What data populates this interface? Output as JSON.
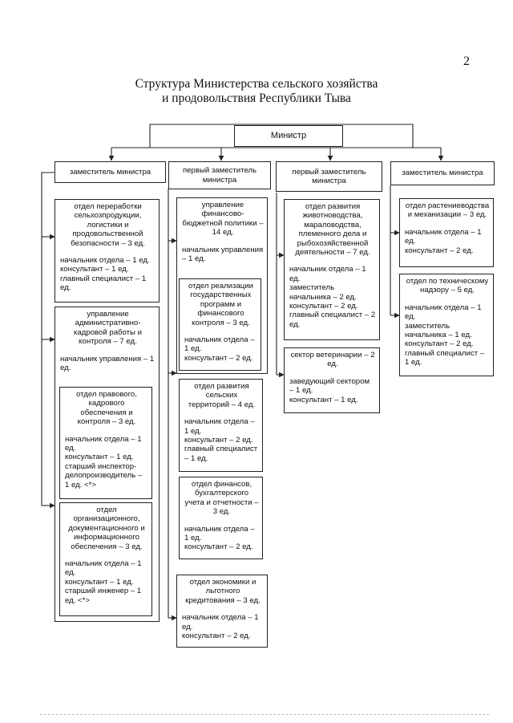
{
  "page_number": "2",
  "title": {
    "line1": "Структура Министерства сельского хозяйства",
    "line2": "и продовольствия Республики Тыва"
  },
  "minister": "Министр",
  "columns": [
    {
      "head": "заместитель министра",
      "departments": [
        {
          "name": "отдел переработки сельхозпродукции, логистики и продовольственной безопасности – 3 ед.",
          "staff": [
            "начальник отдела – 1 ед.",
            "консультант – 1 ед.",
            "главный специалист – 1 ед."
          ]
        },
        {
          "name": "управление административно-кадровой работы и контроля – 7 ед.",
          "staff": [
            "начальник управления – 1 ед."
          ]
        },
        {
          "name": "отдел правового, кадрового обеспечения и контроля – 3 ед.",
          "staff": [
            "начальник отдела – 1 ед.",
            "консультант – 1 ед.",
            "старший инспектор-делопроизводитель – 1 ед. <*>"
          ]
        },
        {
          "name": "отдел организационного, документационного и информационного обеспечения – 3 ед.",
          "staff": [
            "начальник отдела – 1 ед.",
            "консультант – 1 ед.",
            "старший инженер – 1 ед. <*>"
          ]
        }
      ]
    },
    {
      "head": "первый заместитель министра",
      "departments": [
        {
          "name": "управление финансово-бюджетной политики – 14 ед.",
          "staff": [
            "начальник управления – 1 ед."
          ]
        },
        {
          "name": "отдел реализации государственных программ и финансового контроля – 3 ед.",
          "staff": [
            "начальник отдела – 1 ед.",
            "консультант – 2 ед."
          ]
        },
        {
          "name": "отдел развития сельских территорий – 4 ед.",
          "staff": [
            "начальник отдела – 1 ед.",
            "консультант – 2 ед.",
            "главный специалист – 1 ед."
          ]
        },
        {
          "name": "отдел финансов, бухгалтерского учета и отчетности – 3 ед.",
          "staff": [
            "начальник отдела – 1 ед.",
            "консультант – 2 ед."
          ]
        },
        {
          "name": "отдел экономики и льготного кредитования – 3 ед.",
          "staff": [
            "начальник отдела – 1 ед.",
            "консультант – 2 ед."
          ]
        }
      ]
    },
    {
      "head": "первый заместитель министра",
      "departments": [
        {
          "name": "отдел развития животноводства, мараловодства, племенного дела и рыбохозяйственной деятельности – 7 ед.",
          "staff": [
            "начальник отдела – 1 ед.",
            "заместитель начальника – 2 ед.",
            "консультант – 2 ед.",
            "главный специалист – 2 ед."
          ]
        },
        {
          "name": "сектор ветеринарии – 2 ед.",
          "staff": [
            "заведующий сектором – 1 ед.",
            "консультант – 1 ед."
          ]
        }
      ]
    },
    {
      "head": "заместитель министра",
      "departments": [
        {
          "name": "отдел растениеводства и механизации – 3 ед.",
          "staff": [
            "начальник отдела – 1 ед.",
            "консультант – 2 ед."
          ]
        },
        {
          "name": "отдел по техническому надзору – 5 ед.",
          "staff": [
            "начальник отдела – 1 ед.",
            "заместитель начальника – 1 ед.",
            "консультант – 2 ед.",
            "главный специалист – 1 ед."
          ]
        }
      ]
    }
  ]
}
